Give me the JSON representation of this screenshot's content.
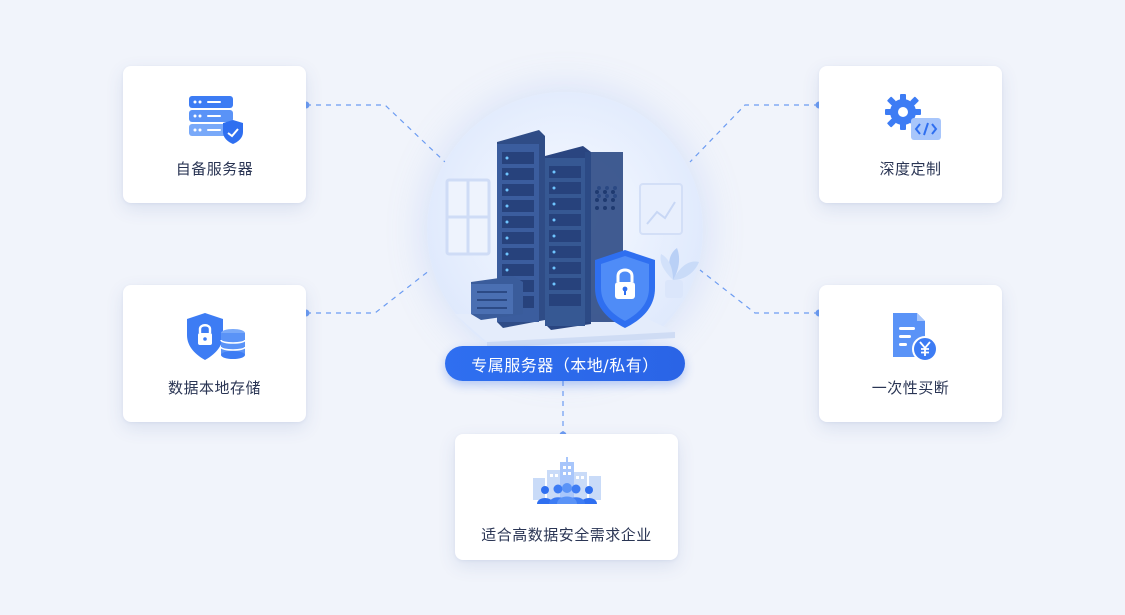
{
  "center": {
    "title": "专属服务器（本地/私有）",
    "icon": "server-rack-shield-icon"
  },
  "features": {
    "self_server": {
      "label": "自备服务器",
      "icon": "server-shield-icon"
    },
    "local_storage": {
      "label": "数据本地存储",
      "icon": "shield-database-icon"
    },
    "customization": {
      "label": "深度定制",
      "icon": "gear-code-icon"
    },
    "buyout": {
      "label": "一次性买断",
      "icon": "document-yuan-icon"
    },
    "enterprise": {
      "label": "适合高数据安全需求企业",
      "icon": "enterprise-people-icon"
    }
  },
  "colors": {
    "accent": "#2f6ff0",
    "connector": "#6c9cf2",
    "background": "#f1f4fb"
  }
}
